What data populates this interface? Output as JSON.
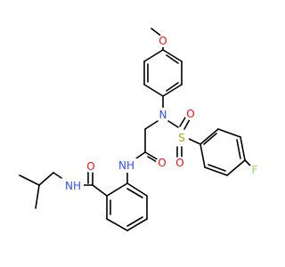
{
  "molecule": {
    "atoms": [
      {
        "id": "o_methoxy",
        "label": "O",
        "color": "#ff0d0d"
      },
      {
        "id": "n_sulfonamide",
        "label": "N",
        "color": "#3050f8"
      },
      {
        "id": "s_sulfonyl",
        "label": "S",
        "color": "#b2a500"
      },
      {
        "id": "o_sulfonyl_a",
        "label": "O",
        "color": "#ff0d0d"
      },
      {
        "id": "o_sulfonyl_b",
        "label": "O",
        "color": "#ff0d0d"
      },
      {
        "id": "f_fluoro",
        "label": "F",
        "color": "#90e050"
      },
      {
        "id": "nh_anilide",
        "label": "NH",
        "color": "#3050f8"
      },
      {
        "id": "o_glycyl",
        "label": "O",
        "color": "#ff0d0d"
      },
      {
        "id": "o_benzamide",
        "label": "O",
        "color": "#ff0d0d"
      },
      {
        "id": "nh_amide",
        "label": "NH",
        "color": "#3050f8"
      }
    ]
  }
}
